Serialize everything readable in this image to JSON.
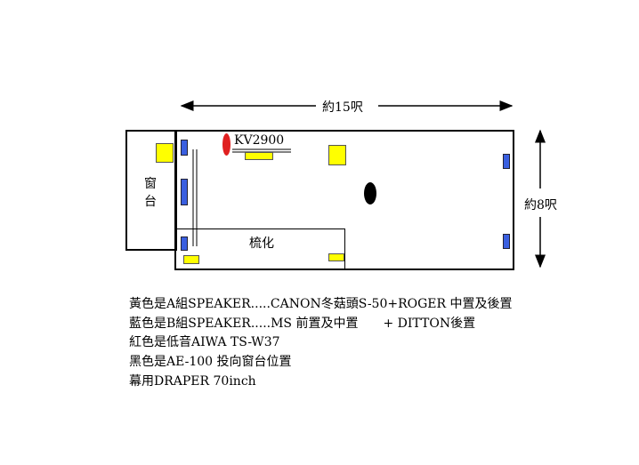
{
  "dimensions": {
    "width_label": "約15呎",
    "depth_label": "約8呎"
  },
  "labels": {
    "window_sill": "窗台",
    "sofa": "梳化",
    "tv": "KV2900"
  },
  "colors": {
    "speaker_a": "#ffff00",
    "speaker_b": "#3a5fe0",
    "subwoofer": "#e02020",
    "projector": "#000000"
  },
  "legend": [
    "黃色是A組SPEAKER.....CANON冬菇頭S-50+ROGER 中置及後置",
    "藍色是B組SPEAKER.....MS 前置及中置　　+ DITTON後置",
    "紅色是低音AIWA TS-W37",
    "黑色是AE-100 投向窗台位置",
    "幕用DRAPER 70inch"
  ]
}
